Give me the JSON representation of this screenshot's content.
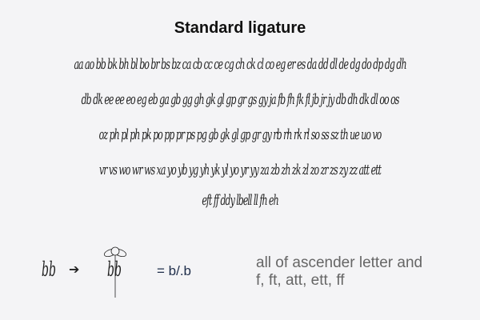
{
  "title": "Standard ligature",
  "rows": [
    "aa ao bb bk bh bl bo br bs bz ca cb cc ce cg ch ck cl co eg er es da dd dl de dg do dp dg dh",
    "db dk ee ee eo eg eb ga gb gg gh gk gl gp gr gs gy ja fb fh fk fl jb jr jy db dh dk dl oo os",
    "oz ph pl ph pk po pp pr ps pg gb gk gl gp gr gy rb rh rk rl so ss sz th ue uo vo",
    "vr vs wo wr ws xa yo yb yg yh yk yl yo yr yy za zb zh zk zl zo zr zs zy zz att ett",
    "eft ff ddy lbell ll fh eh"
  ],
  "example": {
    "source_glyph": "bb",
    "arrow": "➔",
    "result_glyph": "bb",
    "equals": "=  b/.b",
    "desc_line1": "all of ascender letter and",
    "desc_line2": "f, ft, att, ett, ff"
  }
}
